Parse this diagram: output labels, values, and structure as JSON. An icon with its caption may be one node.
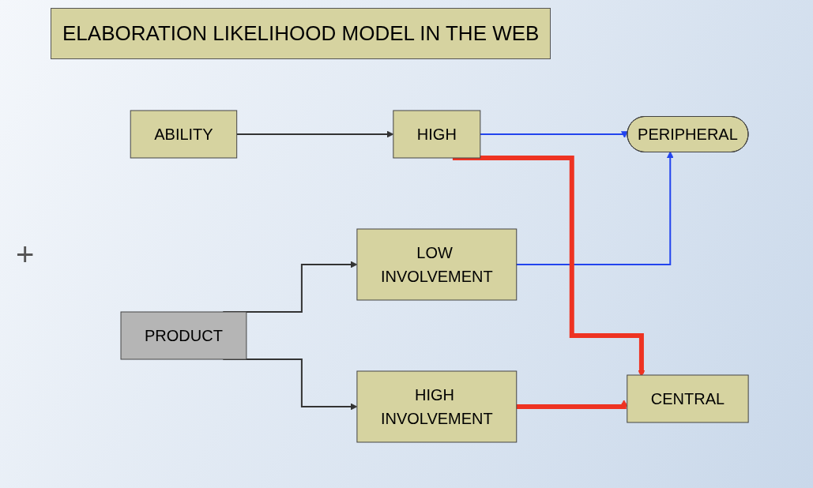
{
  "diagram": {
    "title": "ELABORATION LIKELIHOOD MODEL IN THE WEB",
    "nodes": [
      {
        "text": [
          "ABILITY"
        ]
      },
      {
        "text": [
          "HIGH"
        ]
      },
      {
        "text": [
          "PERIPHERAL"
        ]
      },
      {
        "text": [
          "PRODUCT"
        ]
      },
      {
        "text": [
          "LOW INVOLVEMENT"
        ]
      },
      {
        "text": [
          "HIGH INVOLVEMENT"
        ]
      },
      {
        "text": [
          "CENTRAL"
        ]
      }
    ],
    "edges": [
      {
        "from": 0,
        "to": 1,
        "arrow": "to"
      },
      {
        "from": 3,
        "to": 4,
        "arrow": "to"
      },
      {
        "from": 3,
        "to": 5,
        "arrow": "to"
      },
      {
        "from": 1,
        "to": 2,
        "arrow": "to",
        "color": "#2244ee"
      },
      {
        "from": 4,
        "to": 2,
        "arrow": "to",
        "color": "#2244ee"
      },
      {
        "from": 1,
        "to": 6,
        "arrow": "to",
        "style": "thick",
        "color": "#ee3322"
      },
      {
        "from": 5,
        "to": 6,
        "arrow": "to",
        "style": "thick",
        "color": "#ee3322"
      }
    ],
    "labels": [
      "+"
    ]
  }
}
